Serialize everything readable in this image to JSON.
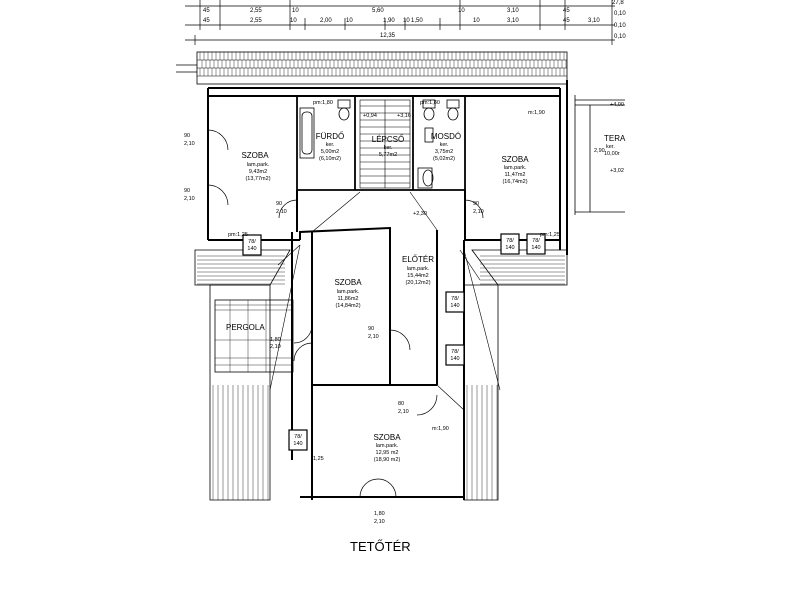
{
  "dimensions_top": {
    "row1": [
      "45",
      "2,55",
      "10",
      "5,60",
      "10",
      "3,10",
      "45",
      "27,8"
    ],
    "row2": [
      "45",
      "2,55",
      "10",
      "2,00",
      "10",
      "1,90",
      "10",
      "1,50",
      "10",
      "3,10",
      "45",
      "3,10"
    ],
    "total": "12,35",
    "right_edge": [
      "0,10",
      "0,10",
      "0,10"
    ]
  },
  "rooms": {
    "szoba_w": {
      "name": "SZOBA",
      "floor": "lam.park.",
      "area": "9,43m2",
      "area2": "(13,77m2)"
    },
    "furdo": {
      "name": "FÜRDŐ",
      "floor": "ker.",
      "area": "5,00m2",
      "area2": "(6,10m2)"
    },
    "lepcso": {
      "name": "LÉPCSŐ",
      "floor": "ker.",
      "area": "5,77m2"
    },
    "mosdo": {
      "name": "MOSDÓ",
      "floor": "ker.",
      "area": "3,75m2",
      "area2": "(5,02m2)"
    },
    "szoba_e": {
      "name": "SZOBA",
      "floor": "lam.park.",
      "area": "11,47m2",
      "area2": "(16,74m2)"
    },
    "terasz": {
      "name": "TERA",
      "floor": "ker.",
      "area": "10,00r"
    },
    "szoba_c": {
      "name": "SZOBA",
      "floor": "lam.park.",
      "area": "11,86m2",
      "area2": "(14,84m2)"
    },
    "eloter": {
      "name": "ELŐTÉR",
      "floor": "lam.park.",
      "area": "15,44m2",
      "area2": "(20,12m2)"
    },
    "szoba_s": {
      "name": "SZOBA",
      "floor": "lam.park.",
      "area": "12,95 m2",
      "area2": "(18,90 m2)"
    },
    "pergola": {
      "name": "PERGOLA"
    }
  },
  "annotations": {
    "pm_left": "pm:1,25",
    "pm_right": "pm:1,25",
    "pm_furdo": "pm:1,80",
    "pm_mosdo": "pm:1,80",
    "m190_top": "m:1,90",
    "m190_bottom": "m:1,90",
    "elev_plus94": "+0,94",
    "elev_3165": "+3,16",
    "elev_230": "+2,30",
    "elev_400": "+4,00",
    "elev_302": "+3,02",
    "door_90_210": [
      "90",
      "2,10"
    ],
    "door_180_210": [
      "1,80",
      "2,10"
    ],
    "door_80_210": [
      "80",
      "2,10"
    ],
    "window_78_140": [
      "78/",
      "140"
    ],
    "dim_290": "2,90",
    "dim_10": "10",
    "dim_125": "1,25",
    "dim_180": "1,80"
  },
  "caption": "TETŐTÉR"
}
